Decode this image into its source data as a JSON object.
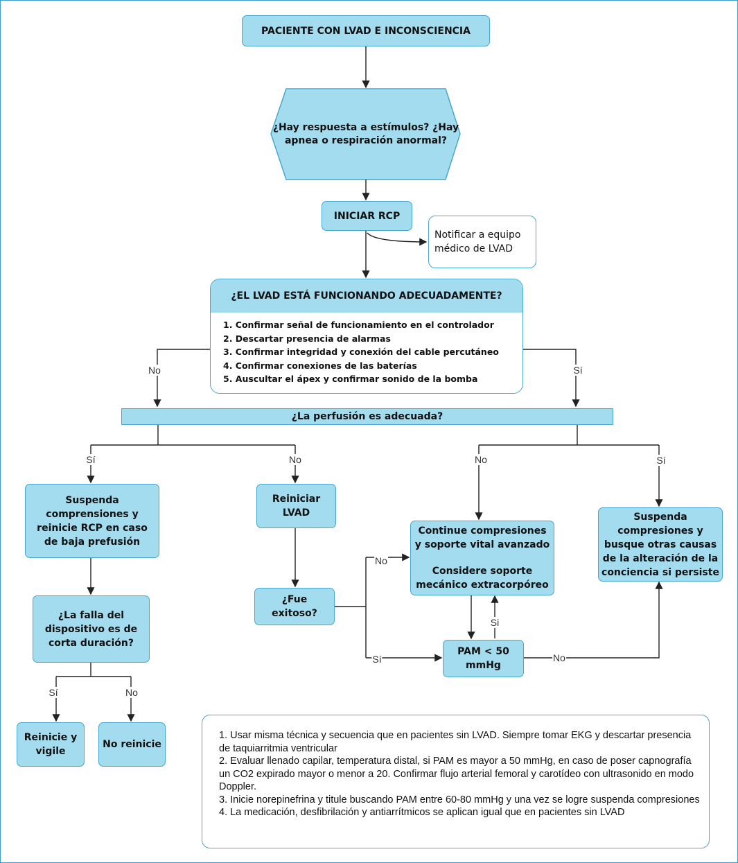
{
  "colors": {
    "box_fill": "#a3dcef",
    "box_border": "#47a7cc",
    "line": "#222222"
  },
  "nodes": {
    "start": "PACIENTE CON LVAD E INCONSCIENCIA",
    "response": "¿Hay respuesta a estímulos? ¿Hay apnea o respiración anormal?",
    "rcp": "INICIAR RCP",
    "notify": "Notificar a equipo médico de LVAD",
    "lvad_q": "¿EL LVAD ESTÁ FUNCIONANDO ADECUADAMENTE?",
    "lvad_checks": [
      "1. Confirmar señal de funcionamiento en el controlador",
      "2. Descartar presencia de alarmas",
      "3. Confirmar integridad y conexión del cable percutáneo",
      "4. Confirmar conexiones de las baterías",
      "5. Auscultar el ápex y confirmar sonido de la bomba"
    ],
    "perfusion": "¿La perfusión es adecuada?",
    "suspend_restart": "Suspenda comprensiones y reinicie RCP en caso de baja prefusión",
    "restart_lvad": "Reiniciar LVAD",
    "successful": "¿Fue exitoso?",
    "continue": "Continue compresiones y soporte vital avanzado",
    "consider": "Considere soporte mecánico extracorpóreo",
    "suspend_search": "Suspenda compresiones y busque otras causas de la alteración de la conciencia si persiste",
    "short_failure": "¿La falla del dispositivo es de corta duración?",
    "pam": "PAM < 50 mmHg",
    "restart_watch": "Reinicie y vigile",
    "no_restart": "No reinicie"
  },
  "edge_labels": {
    "no": "No",
    "si": "Sí",
    "si_plain": "Si"
  },
  "notes": [
    "1. Usar misma técnica y secuencia que en pacientes sin LVAD. Siempre tomar EKG y descartar presencia de taquiarritmia ventricular",
    "2. Evaluar llenado capilar, temperatura distal, si PAM es mayor a 50 mmHg, en caso de poser capnografía un CO2 expirado mayor o menor a 20. Confirmar flujo arterial femoral y carotídeo con ultrasonido en modo Doppler.",
    "3. Inicie norepinefrina y titule buscando PAM entre 60-80 mmHg y una vez se logre suspenda compresiones",
    " 4. La medicación, desfibrilación y antiarrítmicos se aplican igual que en pacientes sin LVAD"
  ]
}
